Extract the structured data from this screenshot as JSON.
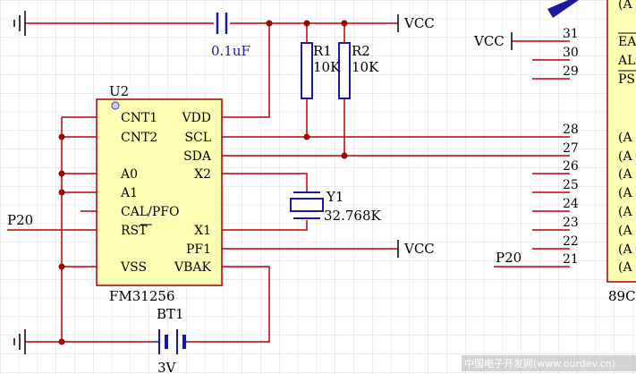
{
  "chip": {
    "ref": "U2",
    "part": "FM31256",
    "left_pins": [
      "CNT1",
      "CNT2",
      "A0",
      "A1",
      "CAL/PFO",
      "RST",
      "VSS"
    ],
    "right_pins": [
      "VDD",
      "SCL",
      "SDA",
      "X2",
      "X1",
      "PF1",
      "VBAK"
    ]
  },
  "components": {
    "cap_value": "0.1uF",
    "r1_ref": "R1",
    "r1_value": "10K",
    "r2_ref": "R2",
    "r2_value": "10K",
    "crystal_ref": "Y1",
    "crystal_value": "32.768K",
    "battery_ref": "BT1",
    "battery_value": "3V"
  },
  "nets": {
    "vcc_top": "VCC",
    "vcc_pf1": "VCC",
    "vcc_mcu": "VCC",
    "p20_left": "P20",
    "p20_right": "P20"
  },
  "mcu": {
    "part_partial": "89C",
    "top_partial": "(A",
    "pins": [
      {
        "num": "31",
        "name": "EA"
      },
      {
        "num": "30",
        "name": "AL"
      },
      {
        "num": "29",
        "name": "PS"
      },
      {
        "num": "28",
        "name": "(A"
      },
      {
        "num": "27",
        "name": "(A"
      },
      {
        "num": "26",
        "name": "(A"
      },
      {
        "num": "25",
        "name": "(A"
      },
      {
        "num": "24",
        "name": "(A"
      },
      {
        "num": "23",
        "name": "(A"
      },
      {
        "num": "22",
        "name": "(A"
      },
      {
        "num": "21",
        "name": "(A"
      }
    ]
  },
  "watermark": "中国电子开发网(www.ourdev.cn)",
  "colors": {
    "wire": "#c00000",
    "chip_fill": "#ffffb4",
    "chip_border": "#a00000",
    "grid": "#d9d9d9",
    "component": "#1a1aa0"
  }
}
